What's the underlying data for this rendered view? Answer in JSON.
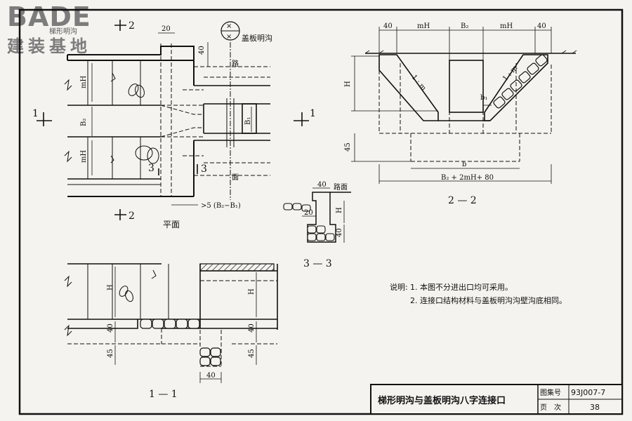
{
  "logo": {
    "brand": "BADE",
    "sub": "建装基地",
    "tag": "梯形明沟"
  },
  "title_block": {
    "title": "梯形明沟与盖板明沟八字连接口",
    "atlas_label": "图集号",
    "atlas_no": "93J007-7",
    "page_label": "页　次",
    "page_no": "38"
  },
  "notes": {
    "heading": "说明:",
    "items": [
      "1.  本图不分进出口均可采用。",
      "2.  连接口结构材料与盖板明沟沟壁沟底相同。"
    ]
  },
  "plan": {
    "caption": "平面",
    "sym_label": "盖板明沟",
    "road_chars": [
      "路",
      "面"
    ],
    "cut_labels": {
      "c1": "1",
      "c2": "2",
      "c3": "3"
    },
    "dims": {
      "d20": "20",
      "d40": "40",
      "mH": "mH",
      "B2": "B₂",
      "B1": "B₁",
      "len": ">5 (B₂−B₁)"
    }
  },
  "sec11": {
    "caption": "1 — 1",
    "dims": {
      "H": "H",
      "d40": "40",
      "d45": "45"
    }
  },
  "sec22": {
    "caption": "2 — 2",
    "dims": {
      "d40": "40",
      "mH": "mH",
      "B2": "B₂",
      "H": "H",
      "d45": "45",
      "b": "b",
      "b1": "b₁",
      "slope": "1 : m",
      "total": "B₂ + 2mH+ 80"
    }
  },
  "sec33": {
    "caption": "3 — 3",
    "dims": {
      "d40": "40",
      "d20": "20",
      "H": "H",
      "road": "路面"
    }
  },
  "colors": {
    "ink": "#111111",
    "paper": "#f4f3ef",
    "logo": "#7c7c7c"
  }
}
